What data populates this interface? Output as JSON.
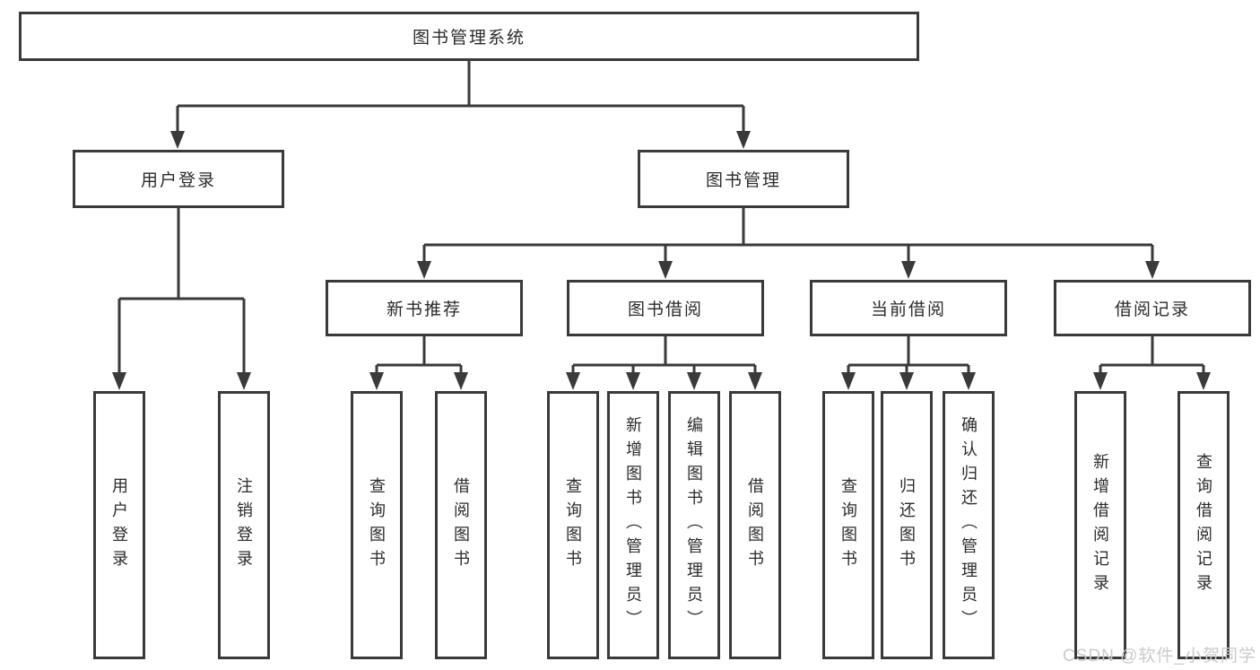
{
  "tree": {
    "label": "图书管理系统",
    "children": [
      {
        "label": "用户登录",
        "children": [
          {
            "label": "用户登录"
          },
          {
            "label": "注销登录"
          }
        ]
      },
      {
        "label": "图书管理",
        "children": [
          {
            "label": "新书推荐",
            "children": [
              {
                "label": "查询图书"
              },
              {
                "label": "借阅图书"
              }
            ]
          },
          {
            "label": "图书借阅",
            "children": [
              {
                "label": "查询图书"
              },
              {
                "label": "新增图书（管理员）"
              },
              {
                "label": "编辑图书（管理员）"
              },
              {
                "label": "借阅图书"
              }
            ]
          },
          {
            "label": "当前借阅",
            "children": [
              {
                "label": "查询图书"
              },
              {
                "label": "归还图书"
              },
              {
                "label": "确认归还（管理员）"
              }
            ]
          },
          {
            "label": "借阅记录",
            "children": [
              {
                "label": "新增借阅记录"
              },
              {
                "label": "查询借阅记录"
              }
            ]
          }
        ]
      }
    ]
  },
  "watermark": {
    "text": "CSDN @软件_小贺同学"
  },
  "colors": {
    "line": "#3a3a3a",
    "text": "#2b2b2b",
    "watermark": "#cbcbcb",
    "background": "#ffffff"
  }
}
